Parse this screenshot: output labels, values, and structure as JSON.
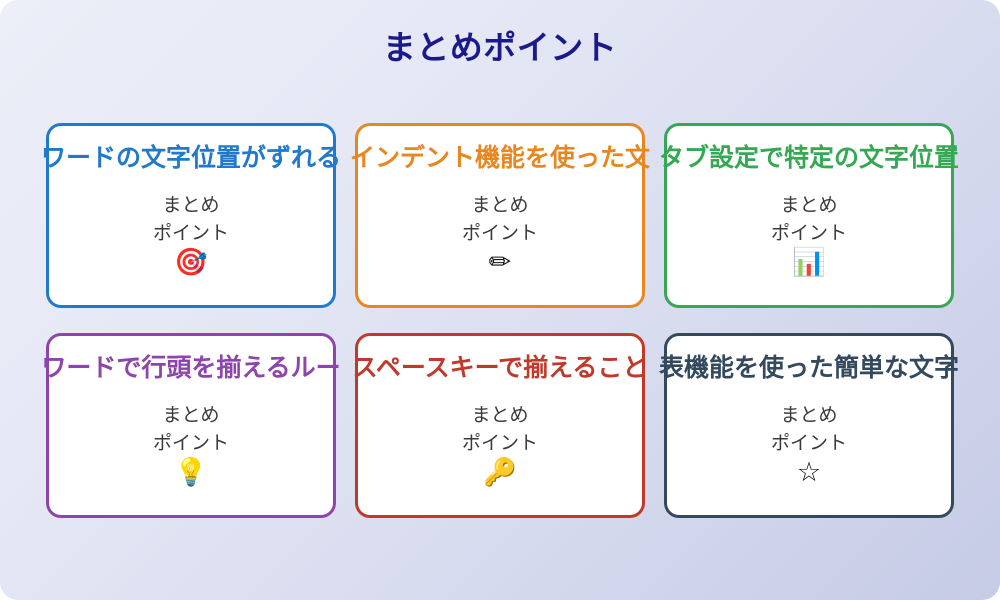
{
  "slide": {
    "title": "まとめポイント",
    "title_color": "#1a1a8c",
    "background_from": "#eceef8",
    "background_to": "#c6cbe6"
  },
  "cards": [
    {
      "title": "ワードの文字位置がずれる",
      "body": "まとめ\nポイント",
      "icon": "🎯",
      "icon_name": "dart-target-icon",
      "color": "#2079ca"
    },
    {
      "title": "インデント機能を使った文",
      "body": "まとめ\nポイント",
      "icon": "✏",
      "icon_name": "pencil-icon",
      "color": "#e8871f"
    },
    {
      "title": "タブ設定で特定の文字位置",
      "body": "まとめ\nポイント",
      "icon": "📊",
      "icon_name": "bar-chart-icon",
      "color": "#34a853"
    },
    {
      "title": "ワードで行頭を揃えるルー",
      "body": "まとめ\nポイント",
      "icon": "💡",
      "icon_name": "lightbulb-icon",
      "color": "#8e44ad"
    },
    {
      "title": "スペースキーで揃えること",
      "body": "まとめ\nポイント",
      "icon": "🔑",
      "icon_name": "key-icon",
      "color": "#c0392b"
    },
    {
      "title": "表機能を使った簡単な文字",
      "body": "まとめ\nポイント",
      "icon": "☆",
      "icon_name": "star-icon",
      "color": "#34495e"
    }
  ]
}
